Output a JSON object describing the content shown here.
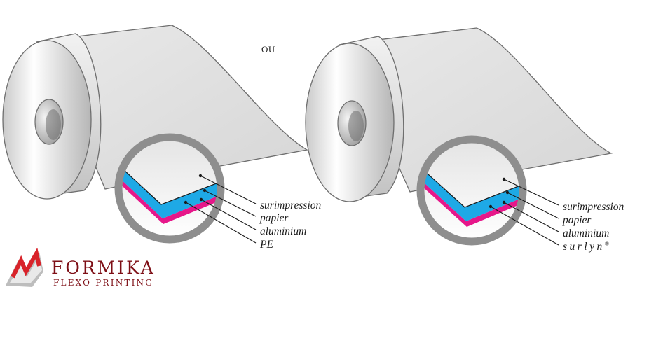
{
  "separator": "OU",
  "left_roll": {
    "layers": [
      {
        "label": "surimpression"
      },
      {
        "label": "papier"
      },
      {
        "label": "aluminium"
      },
      {
        "label": "PE"
      }
    ]
  },
  "right_roll": {
    "layers": [
      {
        "label": "surimpression"
      },
      {
        "label": "papier"
      },
      {
        "label": "aluminium"
      },
      {
        "label": "surlyn"
      }
    ],
    "trademark": "®"
  },
  "logo": {
    "name": "FORMIKA",
    "tagline": "FLEXO PRINTING"
  },
  "colors": {
    "aluminium_layer": "#1ea9e6",
    "plastic_layer": "#e6178a",
    "lens_ring": "#8e8e8e",
    "brand": "#7e0f16",
    "brand_accent": "#d8232a"
  }
}
